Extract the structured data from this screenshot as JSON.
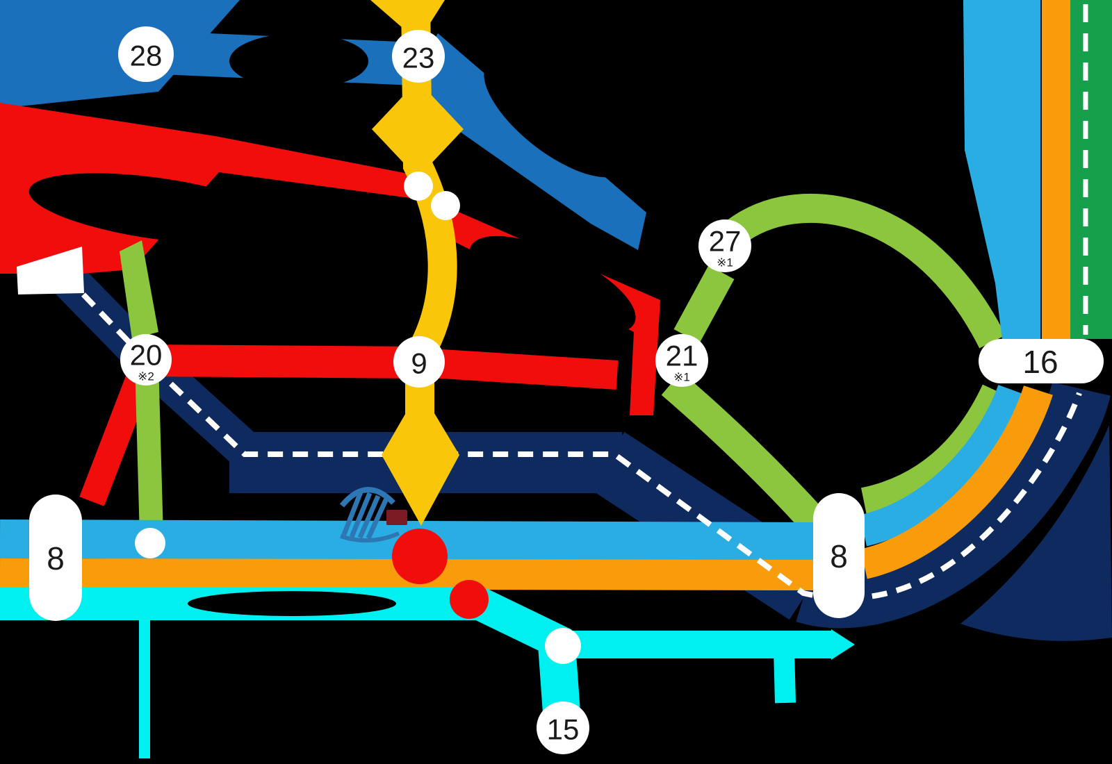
{
  "background": "#000000",
  "lines": {
    "blue": {
      "name": "blue-line",
      "color": "#1a70ba",
      "style": "solid"
    },
    "red": {
      "name": "red-line",
      "color": "#f20d0d",
      "style": "solid"
    },
    "yellow": {
      "name": "yellow-line",
      "color": "#f9c60a",
      "style": "solid"
    },
    "light_green": {
      "name": "light-green-line",
      "color": "#8cc63f",
      "style": "solid"
    },
    "dark_green": {
      "name": "dark-green-line",
      "color": "#16a04c",
      "style": "white-center-dash"
    },
    "navy": {
      "name": "navy-line",
      "color": "#0f2a5e",
      "style": "white-center-dash"
    },
    "light_blue": {
      "name": "light-blue-line",
      "color": "#2aade3",
      "style": "solid"
    },
    "orange": {
      "name": "orange-line",
      "color": "#f89c0c",
      "style": "solid"
    },
    "cyan": {
      "name": "cyan-line",
      "color": "#00f0f0",
      "style": "solid"
    }
  },
  "badges": {
    "b28": {
      "label": "28",
      "note": ""
    },
    "b23": {
      "label": "23",
      "note": ""
    },
    "b27": {
      "label": "27",
      "note": "※1"
    },
    "b20": {
      "label": "20",
      "note": "※2"
    },
    "b9": {
      "label": "9",
      "note": ""
    },
    "b21": {
      "label": "21",
      "note": "※1"
    },
    "b16": {
      "label": "16",
      "note": ""
    },
    "b8_left": {
      "label": "8",
      "note": ""
    },
    "b8_right": {
      "label": "8",
      "note": ""
    },
    "b15": {
      "label": "15",
      "note": ""
    }
  },
  "badge_style": {
    "background": "#ffffff",
    "text_color": "#1a1a1a"
  },
  "icons": {
    "sail_building": {
      "name": "sail-building-icon",
      "blue": "#2e77b5",
      "red": "#7c1b23"
    },
    "venue_marker": {
      "name": "venue-marker-large",
      "color": "#f20d0d"
    },
    "venue_marker_small": {
      "name": "venue-marker-small",
      "color": "#f20d0d"
    },
    "direction_arrow": {
      "name": "white-arrow",
      "color": "#ffffff"
    },
    "transfer_dot": {
      "name": "transfer-dot",
      "color": "#ffffff"
    }
  },
  "dash": {
    "color": "#ffffff"
  }
}
